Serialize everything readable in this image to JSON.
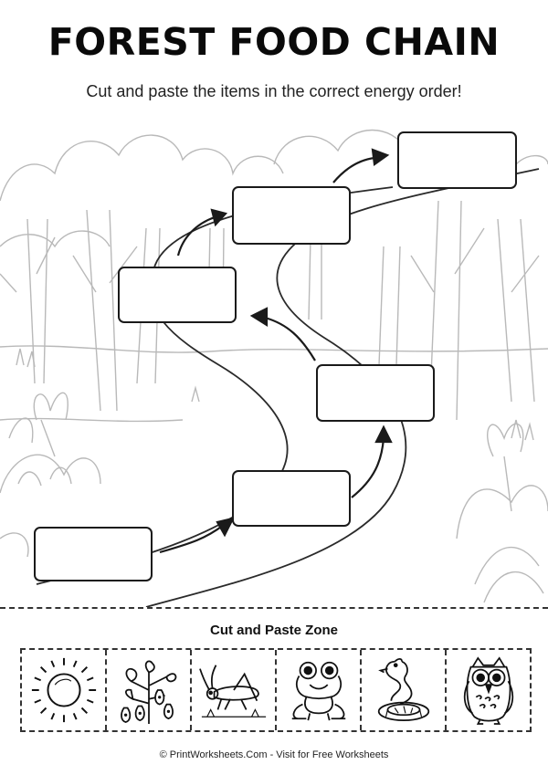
{
  "header": {
    "title": "FOREST FOOD CHAIN",
    "subtitle": "Cut and paste the items in the correct energy order!"
  },
  "answer_boxes": [
    {
      "id": "box-1",
      "value": ""
    },
    {
      "id": "box-2",
      "value": ""
    },
    {
      "id": "box-3",
      "value": ""
    },
    {
      "id": "box-4",
      "value": ""
    },
    {
      "id": "box-5",
      "value": ""
    },
    {
      "id": "box-6",
      "value": ""
    }
  ],
  "cut_zone": {
    "title": "Cut and Paste Zone",
    "items": [
      {
        "name": "sun-icon"
      },
      {
        "name": "strawberry-plant-icon"
      },
      {
        "name": "grasshopper-icon"
      },
      {
        "name": "frog-icon"
      },
      {
        "name": "snake-icon"
      },
      {
        "name": "owl-icon"
      }
    ]
  },
  "footer": {
    "text": "© PrintWorksheets.Com - Visit for Free Worksheets"
  }
}
